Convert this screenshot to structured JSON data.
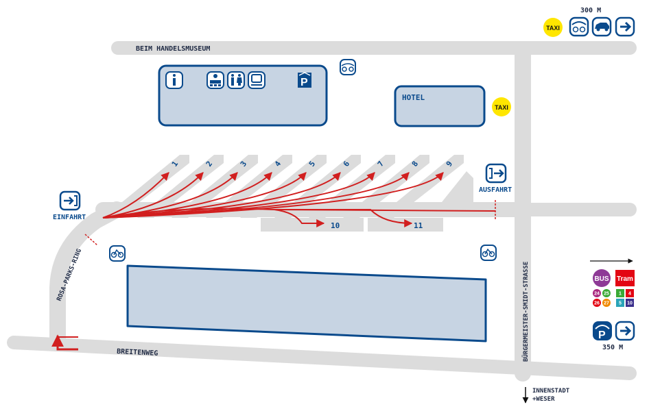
{
  "streets": {
    "top": "BEIM HANDELSMUSEUM",
    "bottom": "BREITENWEG",
    "right": "BÜRGERMEISTER-SMIDT-STRASSE",
    "left": "ROSA-PARKS-RING"
  },
  "labels": {
    "einfahrt": "EINFAHRT",
    "ausfahrt": "AUSFAHRT",
    "hotel": "HOTEL",
    "taxi": "TAXI",
    "distance_top": "300 M",
    "distance_parking": "350 M",
    "innenstadt_line1": "INNENSTADT",
    "innenstadt_line2": "+WESER",
    "bus": "BUS",
    "tram": "Tram"
  },
  "bays": [
    "1",
    "2",
    "3",
    "4",
    "5",
    "6",
    "7",
    "8",
    "9",
    "10",
    "11"
  ],
  "bus_lines": [
    "24",
    "25",
    "26",
    "27"
  ],
  "tram_lines": [
    "1",
    "4",
    "5",
    "10"
  ],
  "colors": {
    "road": "#dcdcdc",
    "building_fill": "#c7d4e3",
    "building_stroke": "#0a4a8c",
    "route": "#d11f1f",
    "taxi": "#ffe600",
    "bus": "#8e3a96",
    "tram": "#e30613",
    "line_24": "#a9287f",
    "line_25": "#3aa935",
    "line_26": "#e30613",
    "line_27": "#f08a00",
    "line_1": "#3aa935",
    "line_4": "#e30613",
    "line_5": "#2aa4b8",
    "line_10": "#3b2f8c"
  },
  "icons": [
    "info-icon",
    "waiting-room-icon",
    "toilet-icon",
    "ticket-icon",
    "parking-icon",
    "bicycle-icon",
    "bike-parking-icon",
    "car-icon",
    "arrow-right-icon",
    "entrance-icon",
    "exit-icon",
    "taxi-icon",
    "bus-icon",
    "tram-icon"
  ]
}
